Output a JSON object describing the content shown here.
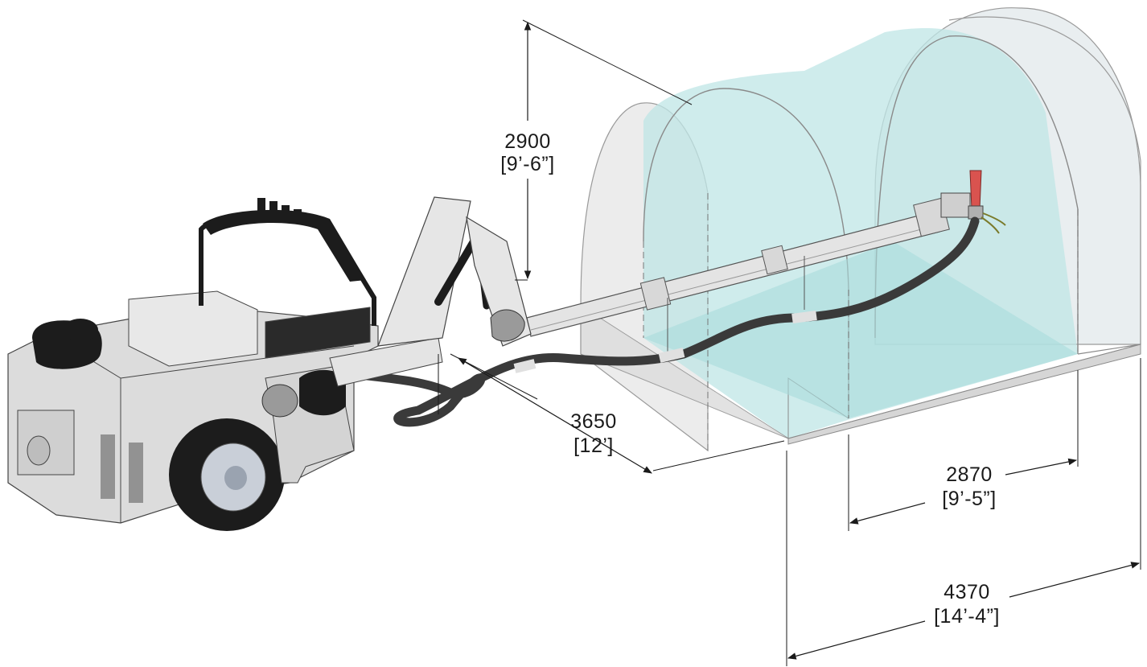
{
  "dimensions": {
    "height": {
      "metric": "2900",
      "imperial": "[9’-6”]"
    },
    "reach": {
      "metric": "3650",
      "imperial": "[12’]"
    },
    "min_width": {
      "metric": "2870",
      "imperial": "[9’-5”]"
    },
    "max_width": {
      "metric": "4370",
      "imperial": "[14’-4”]"
    }
  },
  "colors": {
    "tunnel_fill": "#bfe6e6",
    "tunnel_outline": "#9a9a9a",
    "machine_body": "#dcdcdc",
    "machine_dark": "#1c1c1c",
    "hose": "#3a3a3a",
    "nozzle": "#d9534f"
  },
  "icons": {
    "machine": "shotcrete-sprayer-icon",
    "nozzle": "spray-nozzle-icon",
    "tunnel": "tunnel-profile-icon"
  }
}
